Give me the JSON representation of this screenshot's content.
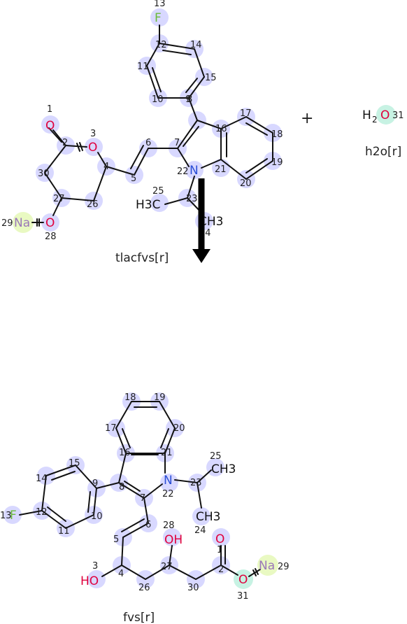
{
  "reaction": {
    "plus_sign": "+",
    "reactant1": {
      "label": "tlacfvs[r]",
      "symbols": {
        "O1": "O",
        "O3": "O",
        "F13": "F",
        "N22": "N",
        "C25": "H3C",
        "C24": "CH3",
        "Na29": "Na",
        "O28": "O"
      },
      "numbers": [
        "1",
        "2",
        "3",
        "4",
        "5",
        "6",
        "7",
        "8",
        "9",
        "10",
        "11",
        "12",
        "13",
        "14",
        "15",
        "16",
        "17",
        "18",
        "19",
        "20",
        "21",
        "22",
        "23",
        "25",
        "24",
        "26",
        "27",
        "28",
        "29",
        "30"
      ]
    },
    "reactant2": {
      "label": "h2o[r]",
      "symbol_h": "H",
      "symbol_sub": "2",
      "symbol_o": "O",
      "number": "31"
    },
    "product": {
      "label": "fvs[r]",
      "symbols": {
        "F13": "F",
        "N22": "N",
        "C25": "CH3",
        "C24": "CH3",
        "O28": "OH",
        "O3": "HO",
        "O1": "O",
        "O31": "O",
        "Na29": "Na"
      },
      "numbers": [
        "1",
        "2",
        "3",
        "4",
        "5",
        "6",
        "7",
        "8",
        "9",
        "10",
        "11",
        "12",
        "13",
        "14",
        "15",
        "16",
        "17",
        "18",
        "19",
        "20",
        "21",
        "22",
        "23",
        "24",
        "25",
        "26",
        "27",
        "28",
        "29",
        "30",
        "31"
      ]
    },
    "colors": {
      "oxygen": "#e0003c",
      "nitrogen": "#2b4fd6",
      "fluorine": "#6aba3a",
      "sodium": "#9b78b8",
      "highlight": "#d8d8ff",
      "highlight_o31": "#c7f2e3",
      "highlight_na": "#e9f9c2"
    },
    "arrow_direction": "down"
  }
}
